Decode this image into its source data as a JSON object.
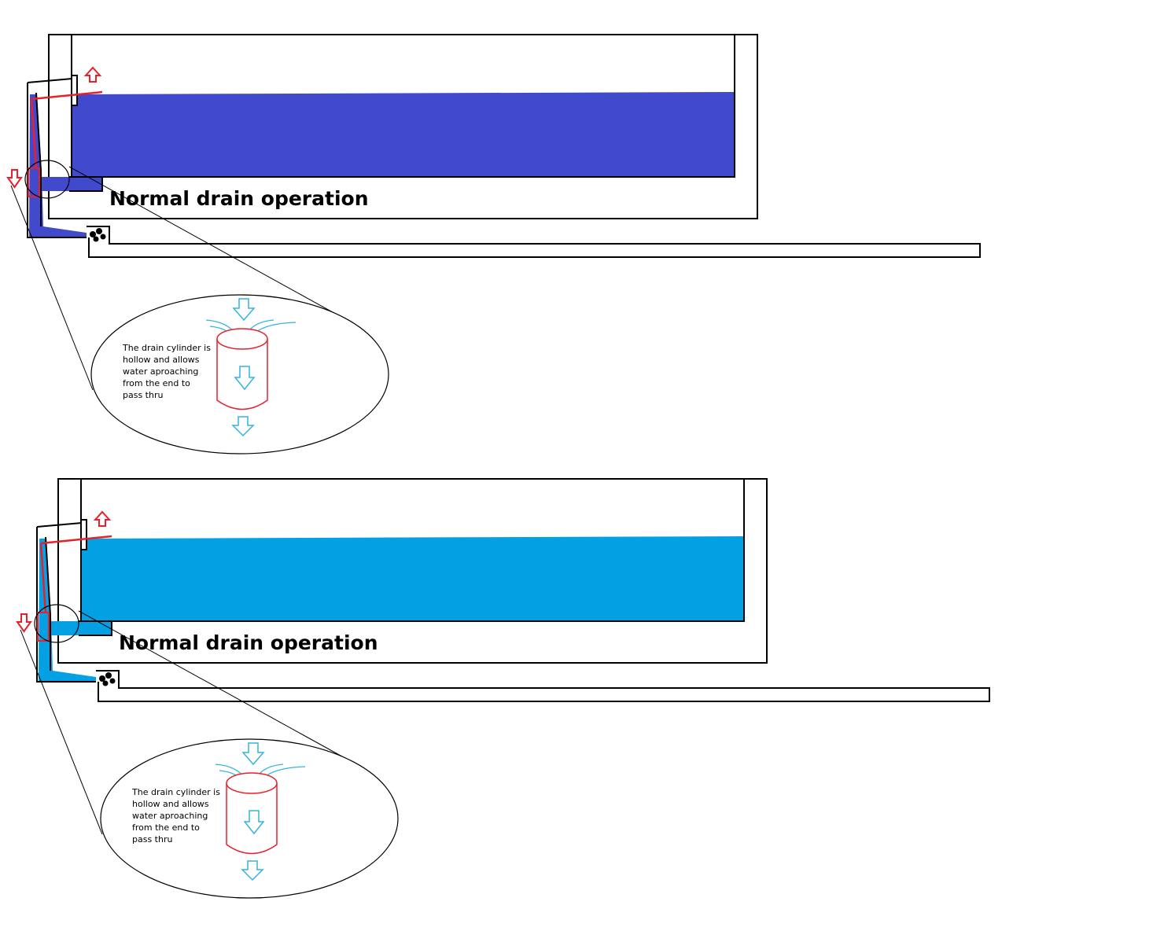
{
  "colors": {
    "outline": "#000000",
    "drain_red": "#e8202c",
    "flow_arrow": "#35b2e0",
    "water_top": "#4149cc",
    "water_bottom": "#03a0e3"
  },
  "diagrams": [
    {
      "title": "Normal drain operation",
      "note_lines": [
        "The drain cylinder is",
        "hollow and allows",
        "water aproaching",
        "from the end to",
        "pass thru"
      ]
    },
    {
      "title": "Normal drain operation",
      "note_lines": [
        "The drain cylinder is",
        "hollow and allows",
        "water aproaching",
        "from the end to",
        "pass thru"
      ]
    }
  ]
}
